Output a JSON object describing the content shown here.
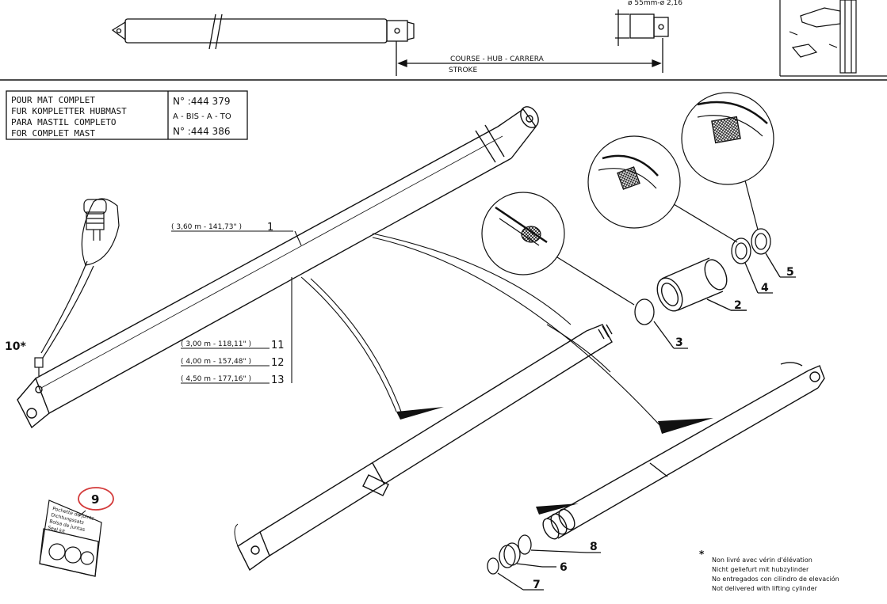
{
  "top_dimension": {
    "diameter": "ø 55mm-ø 2,16",
    "stroke_line1": "COURSE - HUB - CARRERA",
    "stroke_line2": "STROKE"
  },
  "info_box": {
    "lines": [
      "POUR MAT COMPLET",
      "FUR KOMPLETTER HUBMAST",
      "PARA MASTIL COMPLETO",
      "FOR COMPLET MAST"
    ],
    "num1": "N° :444 379",
    "bis": "A - BIS - A - TO",
    "num2": "N° :444 386"
  },
  "part_labels": {
    "p1": "1",
    "p2": "2",
    "p3": "3",
    "p4": "4",
    "p5": "5",
    "p6": "6",
    "p7": "7",
    "p8": "8",
    "p9": "9",
    "p10": "10*",
    "p11": "11",
    "p12": "12",
    "p13": "13"
  },
  "lengths": {
    "l1": "( 3,60 m - 141,73\" )",
    "l11": "( 3,00 m - 118,11\" )",
    "l12": "( 4,00 m - 157,48\" )",
    "l13": "( 4,50 m - 177,16\" )"
  },
  "decal_text": [
    "Pochette de joints",
    "Dichtungssatz",
    "Bolsa de juntas",
    "Seal kit"
  ],
  "footnote": {
    "star": "*",
    "lines": [
      "Non livré avec vérin d'élévation",
      "Nicht geliefurt mit hubzylinder",
      "No entregados con cilindro de elevación",
      "Not delivered with lifting cylinder"
    ]
  },
  "colors": {
    "ink": "#111111",
    "highlight_circle": "#d33a3a"
  }
}
